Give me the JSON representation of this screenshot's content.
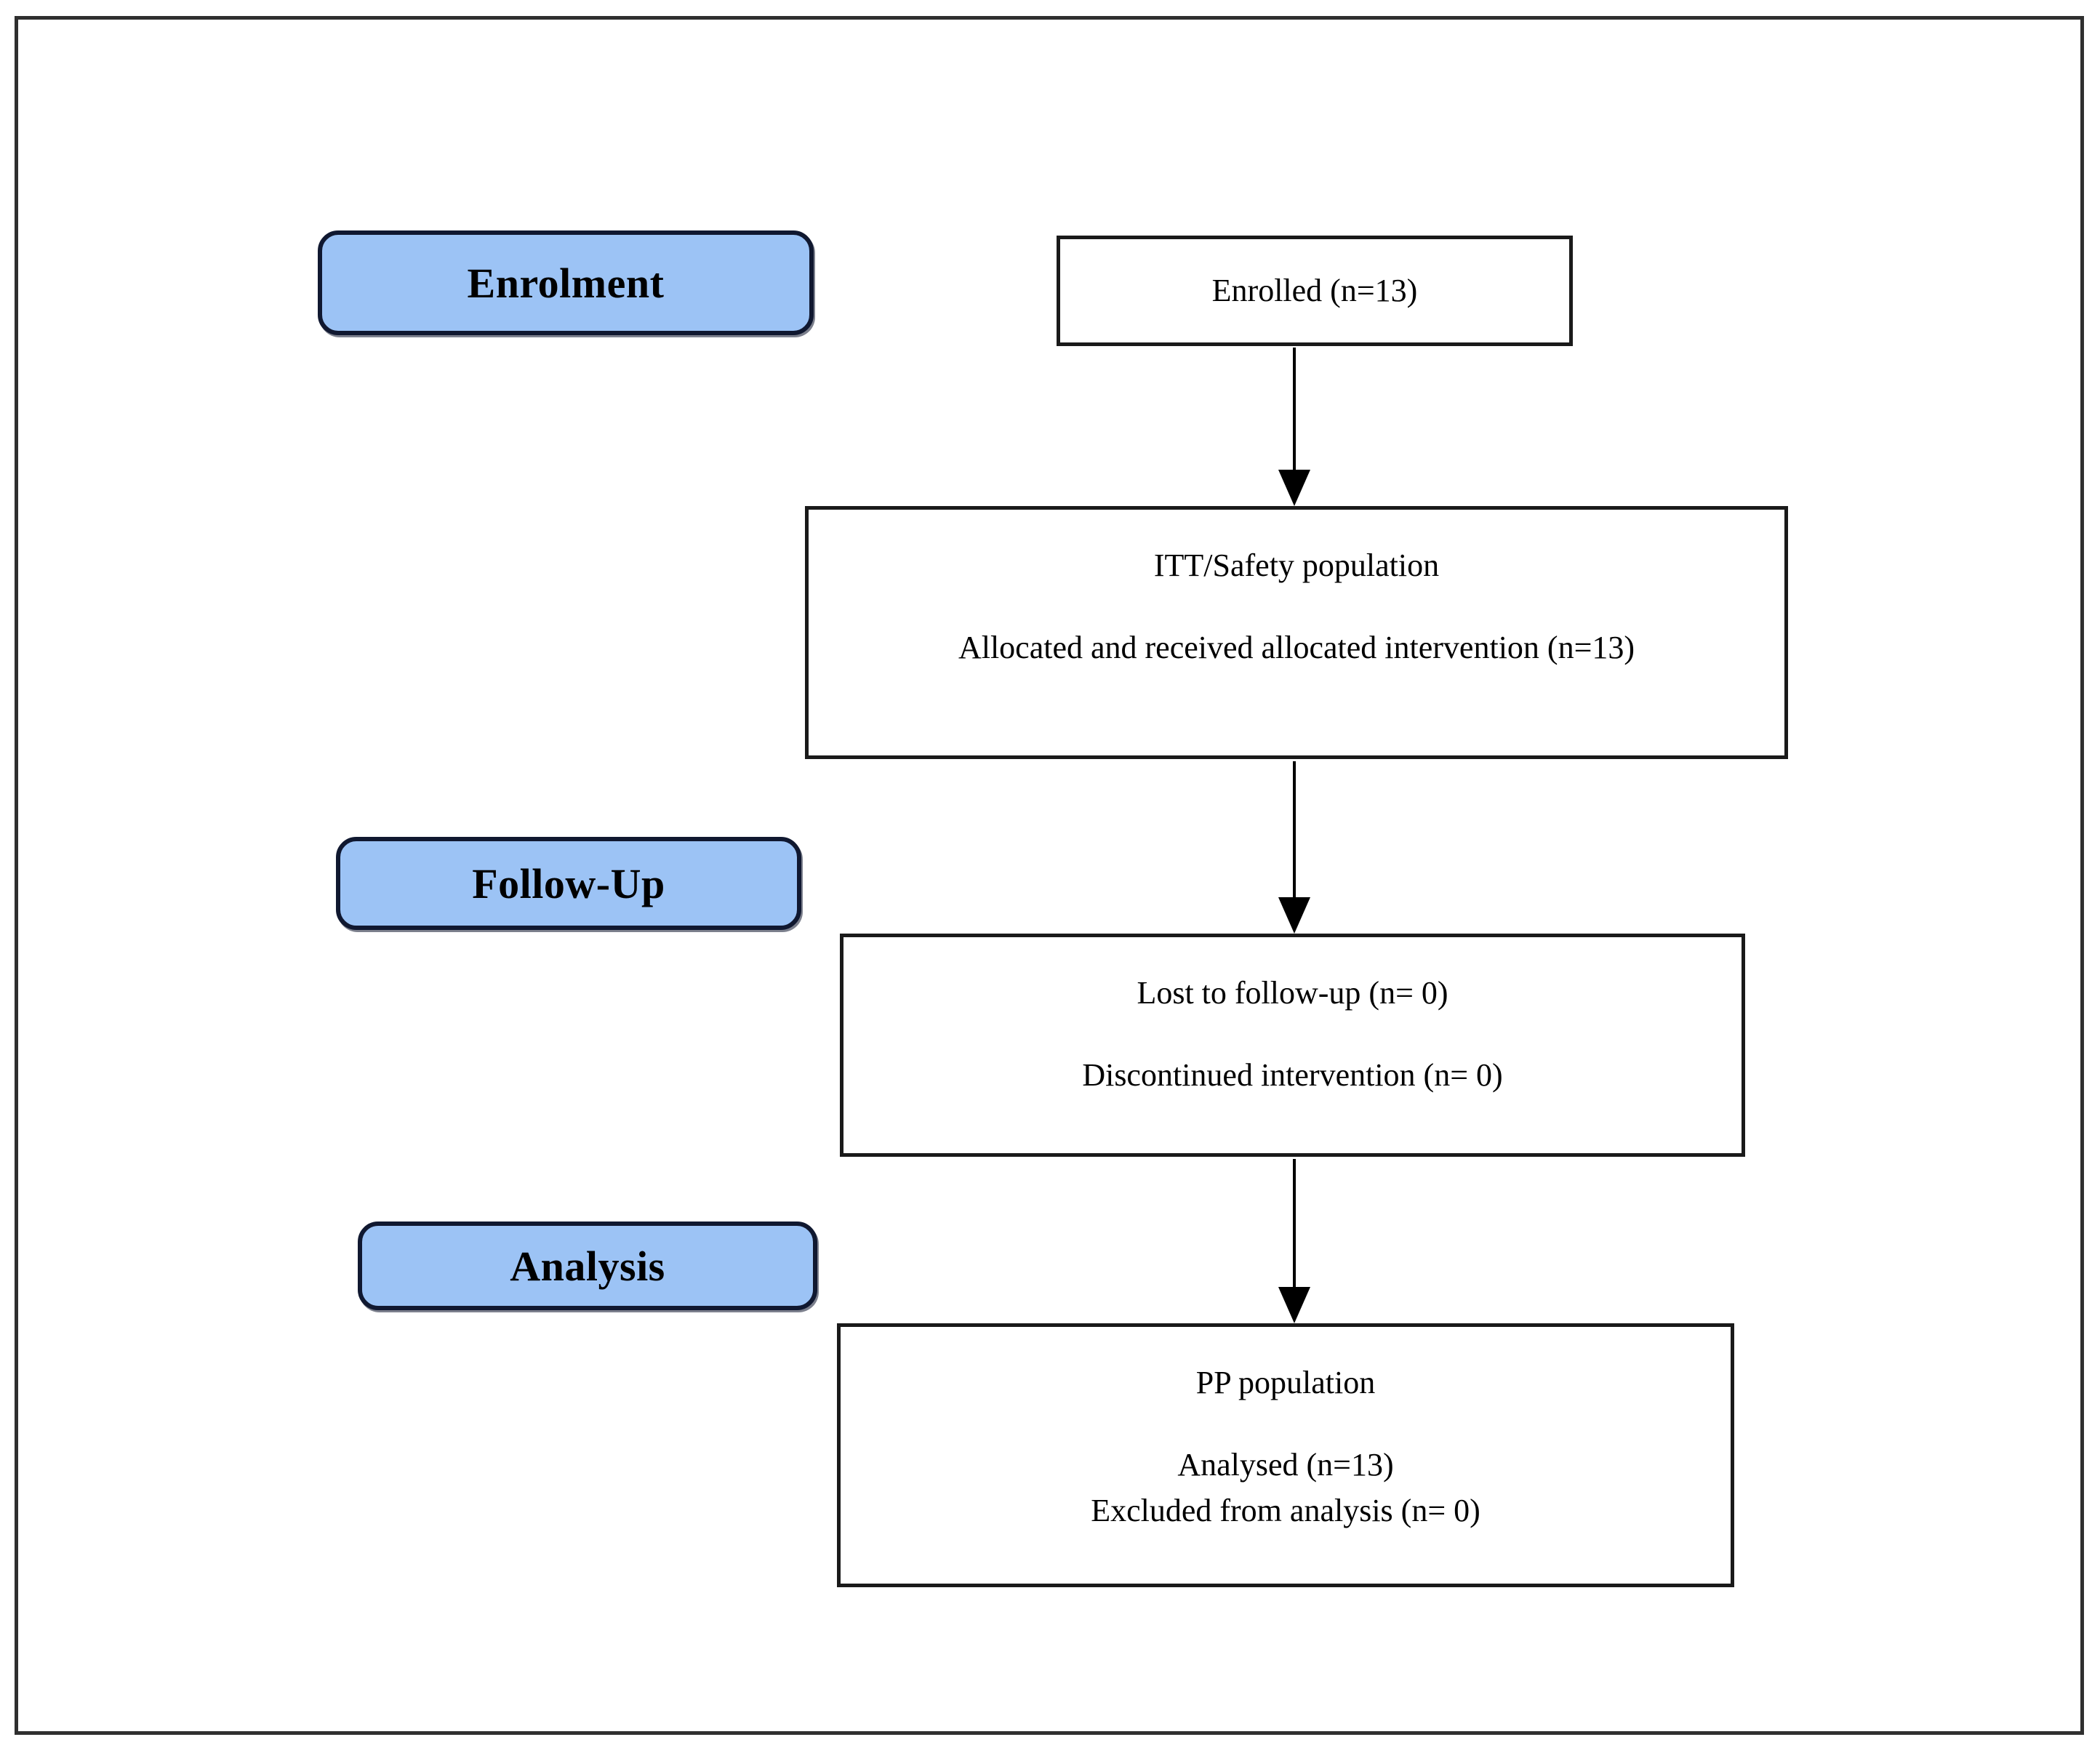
{
  "diagram": {
    "type": "consort-participant-flow",
    "stages": [
      {
        "id": "enrolment",
        "label": "Enrolment"
      },
      {
        "id": "follow-up",
        "label": "Follow-Up"
      },
      {
        "id": "analysis",
        "label": "Analysis"
      }
    ],
    "nodes": [
      {
        "id": "enrolled",
        "lines": [
          "Enrolled (n=13)"
        ]
      },
      {
        "id": "itt-safety",
        "lines": [
          "ITT/Safety population",
          "Allocated and received allocated intervention (n=13)"
        ]
      },
      {
        "id": "follow-up",
        "lines": [
          "Lost to follow-up (n= 0)",
          "Discontinued intervention (n= 0)"
        ]
      },
      {
        "id": "pp",
        "lines": [
          "PP population",
          "Analysed (n=13)",
          "Excluded from analysis (n= 0)"
        ]
      }
    ],
    "counts": {
      "enrolled": 13,
      "allocated_received_intervention": 13,
      "lost_to_follow_up": 0,
      "discontinued_intervention": 0,
      "analysed": 13,
      "excluded_from_analysis": 0
    },
    "colors": {
      "stage_fill": "#9CC3F5",
      "stage_border": "#101830",
      "box_border": "#1a1a1a",
      "outer_border": "#2f2f2f",
      "arrow": "#000000",
      "text": "#000000"
    }
  }
}
